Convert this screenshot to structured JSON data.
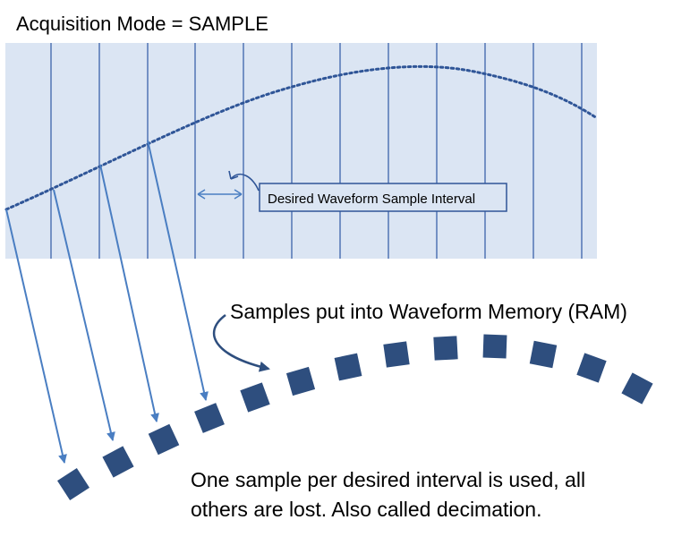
{
  "title": "Acquisition Mode = SAMPLE",
  "interval_callout": "Desired Waveform Sample Interval",
  "memory_label": "Samples put into Waveform Memory (RAM)",
  "note": {
    "line1": "One sample per desired interval is used, all",
    "line2": "others are lost.  Also called decimation."
  },
  "colors": {
    "panel_fill": "#dbe5f3",
    "grid_line": "#2f59a6",
    "waveform_dots": "#2f5597",
    "arrow": "#4a7ec2",
    "memory_sample": "#2e4e7e",
    "callout_box": "#dbe5f3",
    "callout_border": "#2f5597"
  }
}
